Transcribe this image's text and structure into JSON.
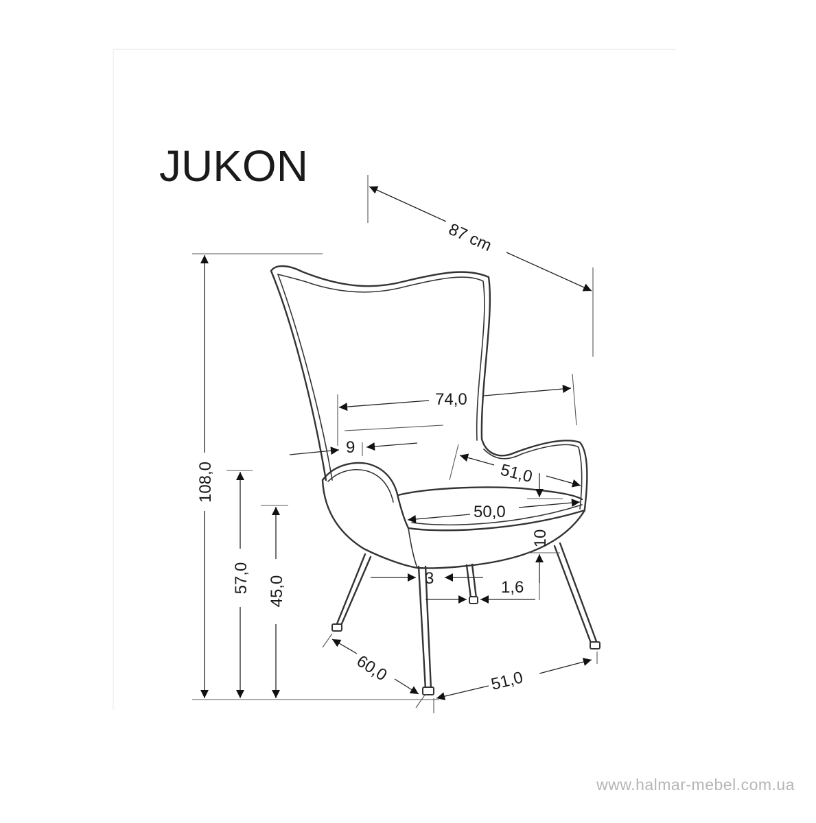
{
  "title": "JUKON",
  "watermark": "www.halmar-mebel.com.ua",
  "dimensions": {
    "depth_total": "87 cm",
    "height_total": "108,0",
    "seat_height": "57,0",
    "frame_height": "45,0",
    "inner_width": "74,0",
    "back_thickness": "9",
    "armrest_depth": "51,0",
    "seat_width": "50,0",
    "cushion_thickness": "10",
    "leg_top_diameter": "3",
    "leg_bottom_diameter": "1,6",
    "overall_depth": "60,0",
    "overall_width": "51,0"
  }
}
